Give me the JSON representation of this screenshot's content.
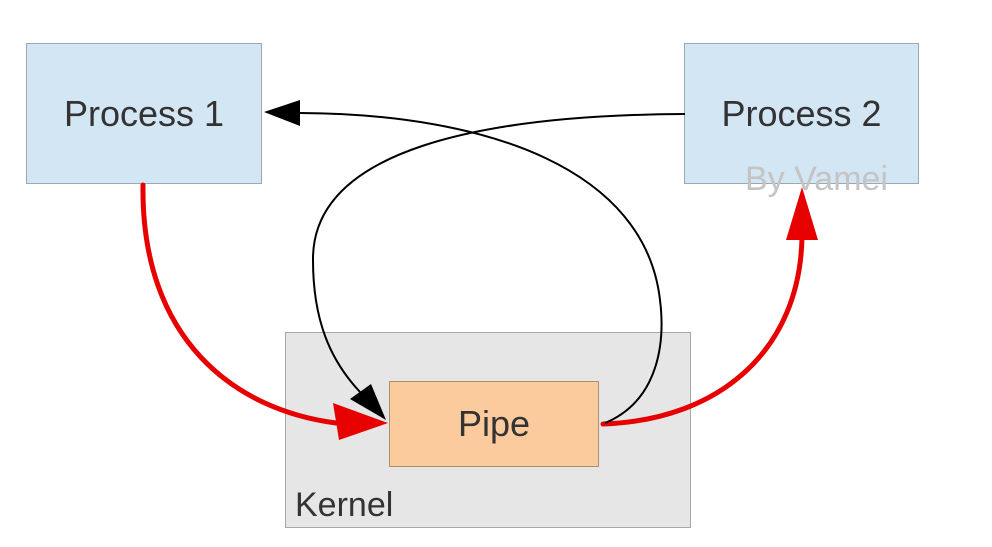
{
  "diagram": {
    "process1": {
      "label": "Process 1"
    },
    "process2": {
      "label": "Process 2"
    },
    "kernel": {
      "label": "Kernel"
    },
    "pipe": {
      "label": "Pipe"
    },
    "watermark": "By Vamei"
  },
  "colors": {
    "process_fill": "#d3e6f3",
    "kernel_fill": "#e6e6e6",
    "pipe_fill": "#fccb9d",
    "data_flow_arrow": "#e60000",
    "control_arrow": "#000000",
    "text": "#333333",
    "watermark": "#c4c4c4"
  }
}
